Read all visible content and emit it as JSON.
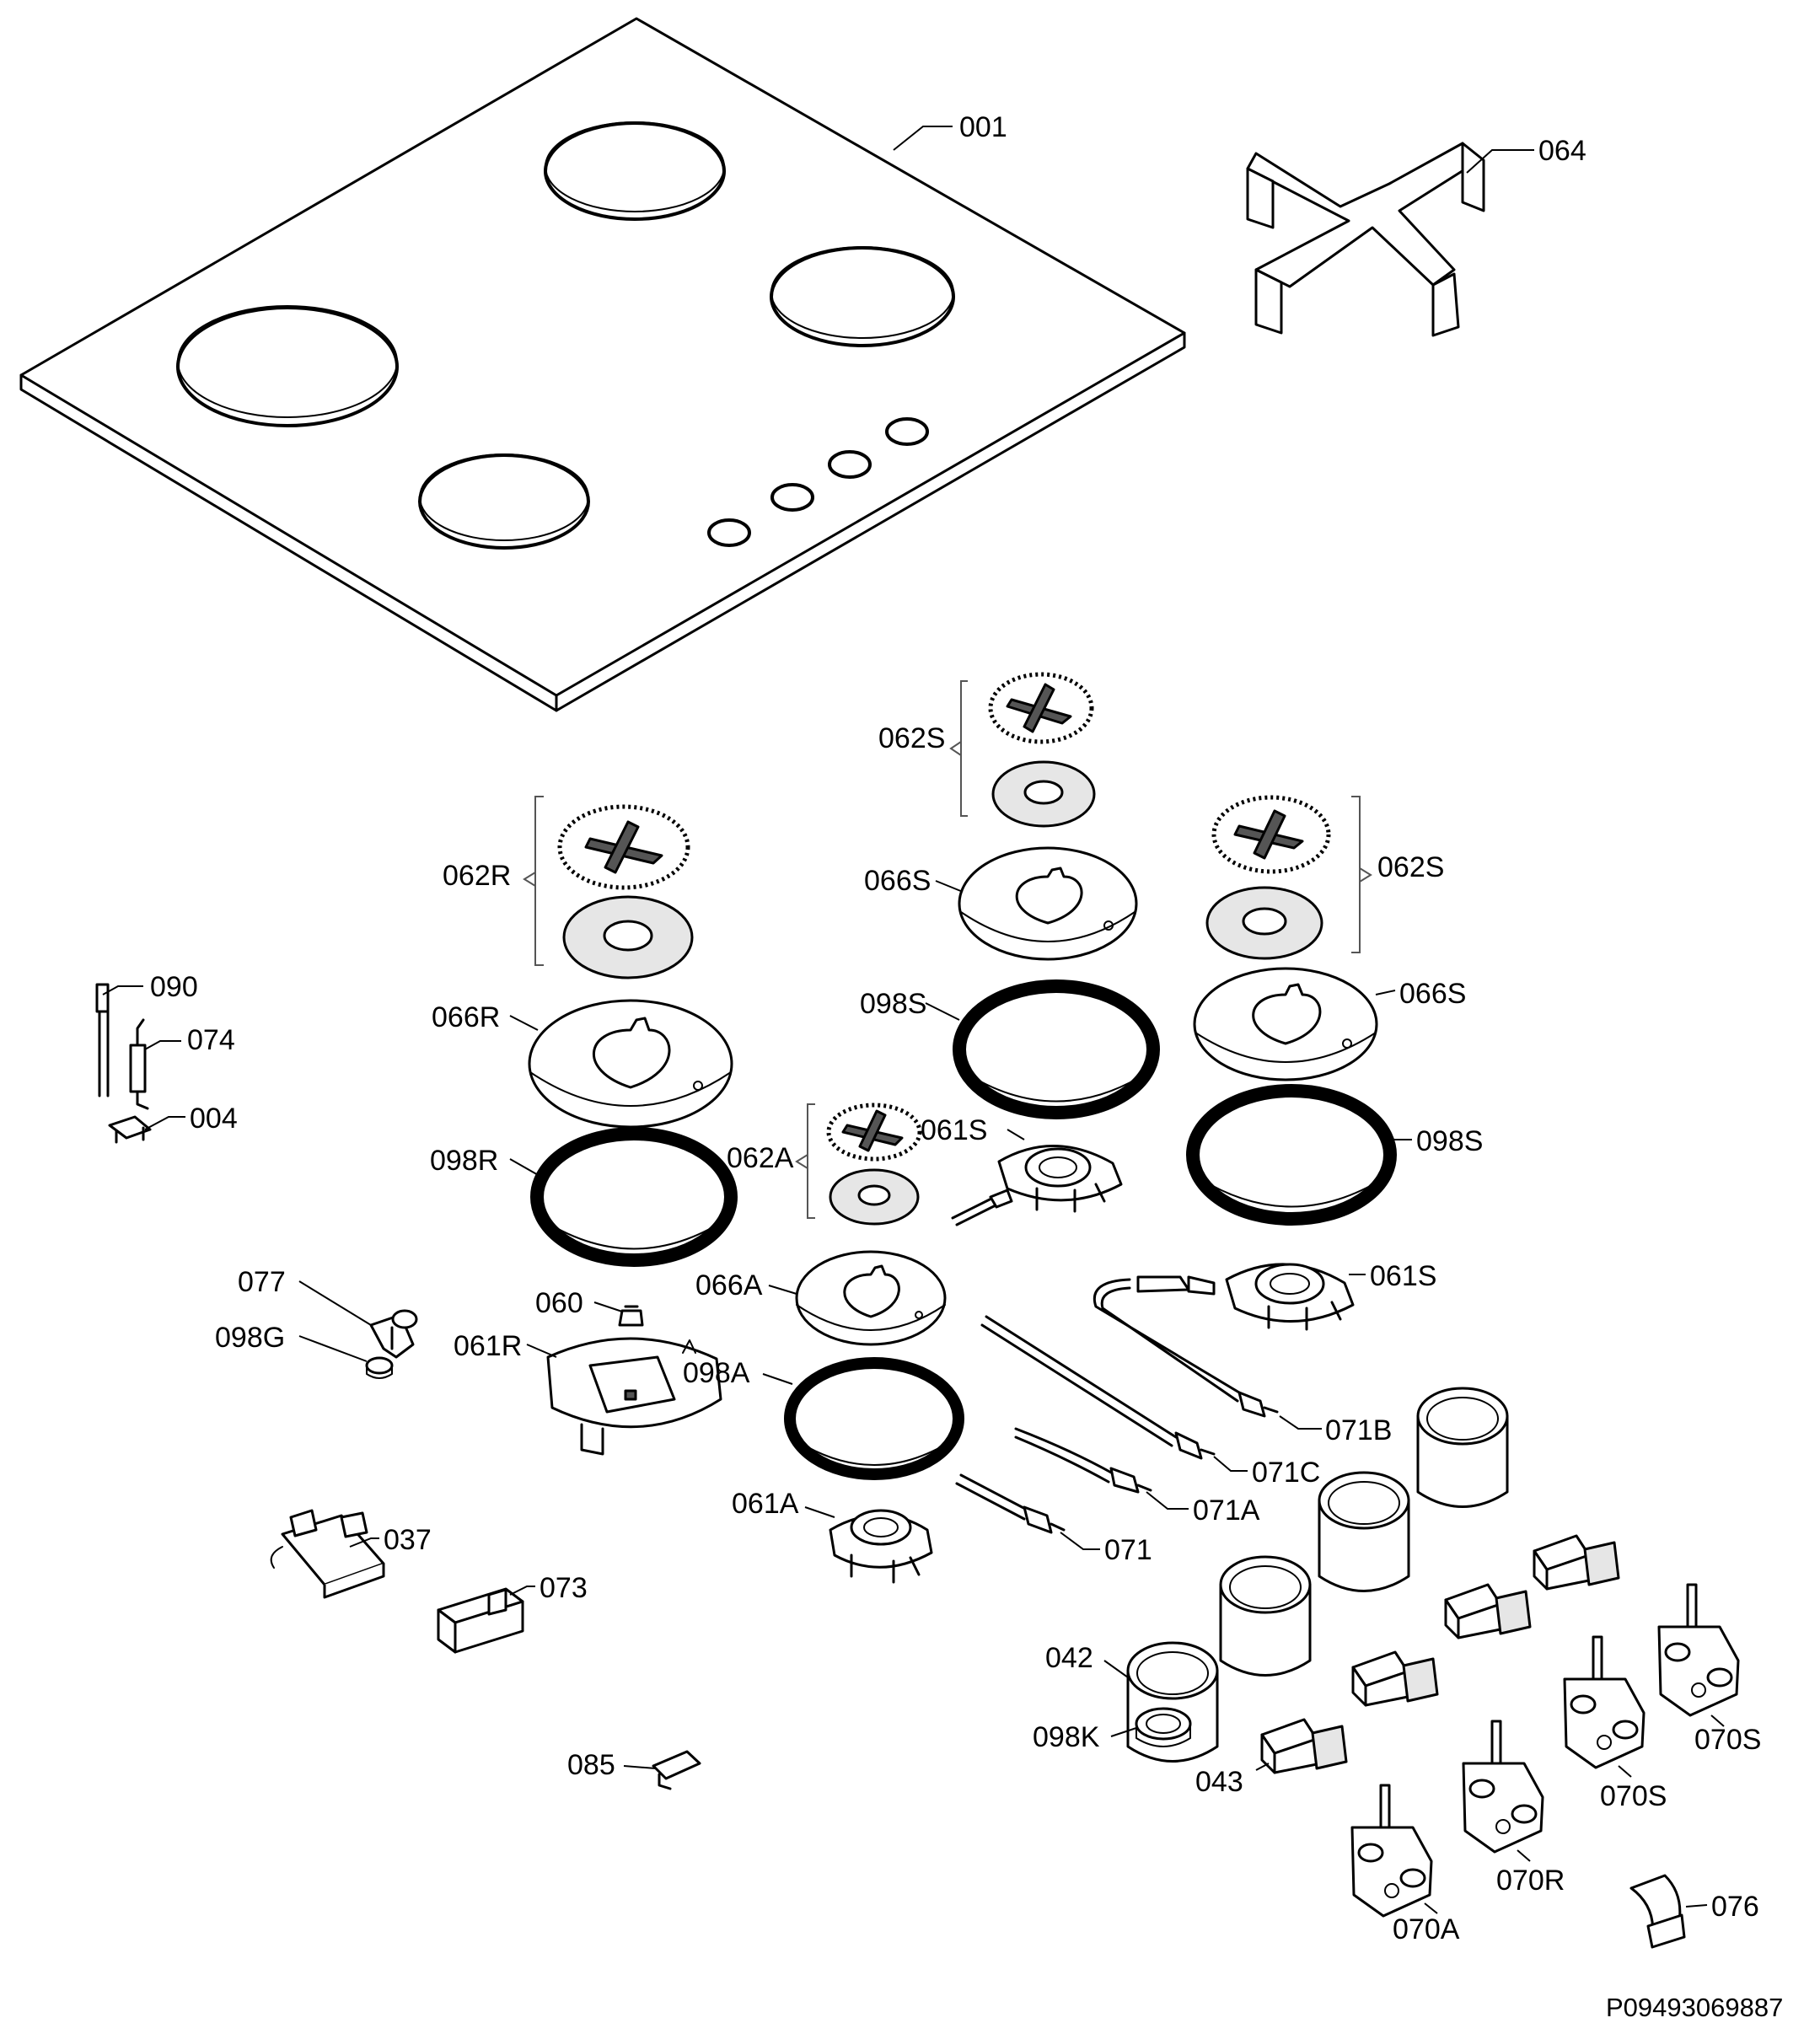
{
  "parts": {
    "p001": "001",
    "p064": "064",
    "p062S_top": "062S",
    "p062R": "062R",
    "p062S_right": "062S",
    "p066S_mid": "066S",
    "p066S_right": "066S",
    "p066R": "066R",
    "p098S_mid": "098S",
    "p098S_right": "098S",
    "p098R": "098R",
    "p090": "090",
    "p074": "074",
    "p004": "004",
    "p062A": "062A",
    "p061S_mid": "061S",
    "p061S_right": "061S",
    "p066A": "066A",
    "p077": "077",
    "p098G": "098G",
    "p060": "060",
    "p061R": "061R",
    "p098A": "098A",
    "p071B": "071B",
    "p071C": "071C",
    "p071A": "071A",
    "p061A": "061A",
    "p071": "071",
    "p037": "037",
    "p073": "073",
    "p042": "042",
    "p070S_a": "070S",
    "p070S_b": "070S",
    "p098K": "098K",
    "p043": "043",
    "p085": "085",
    "p070R": "070R",
    "p070A": "070A",
    "p076": "076"
  },
  "figure_id": "P09493069887"
}
